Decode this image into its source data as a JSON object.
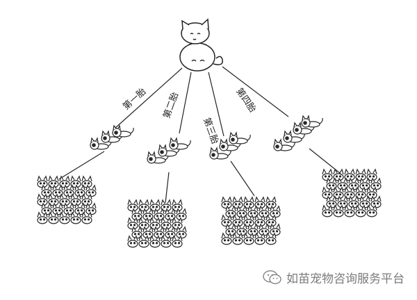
{
  "diagram": {
    "litters": [
      {
        "label": "第一胎"
      },
      {
        "label": "第二胎"
      },
      {
        "label": "第三胎"
      },
      {
        "label": "第四胎"
      }
    ]
  },
  "watermark": {
    "icon": "wechat-icon",
    "text": "如苗宠物咨询服务平台"
  },
  "colors": {
    "ink": "#222222",
    "watermark": "#7a7a7a"
  }
}
